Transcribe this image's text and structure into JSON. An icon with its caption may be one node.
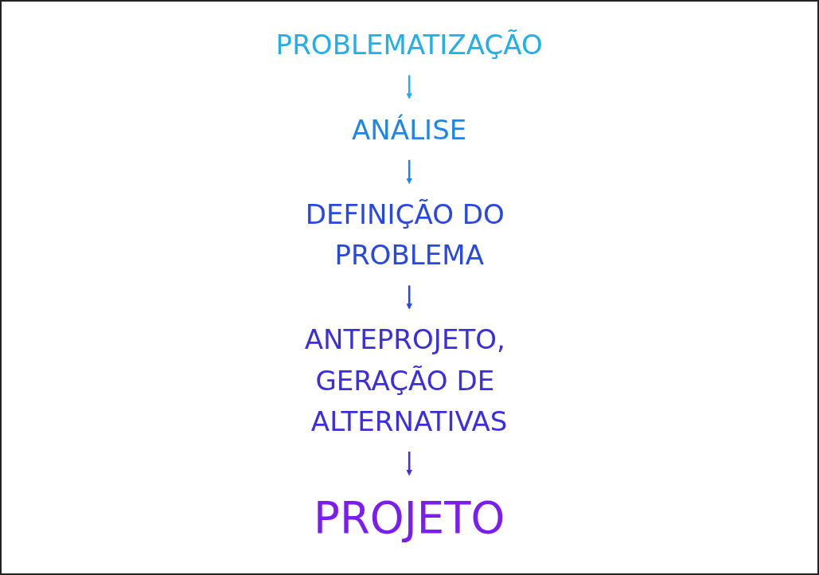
{
  "diagram": {
    "nodes": [
      {
        "text": [
          "PROBLEMATIZAÇÃO"
        ]
      },
      {
        "text": [
          "ANÁLISE"
        ]
      },
      {
        "text": [
          "DEFINIÇÃO DO PROBLEMA"
        ]
      },
      {
        "text": [
          "ANTEPROJETO, GERAÇÃO DE ALTERNATIVAS"
        ]
      },
      {
        "text": [
          "PROJETO"
        ]
      }
    ],
    "edges": [
      {
        "from": 0,
        "to": 1,
        "arrow": "to",
        "color": "#1fb0ec"
      },
      {
        "from": 1,
        "to": 2,
        "arrow": "to",
        "color": "#1f86e8"
      },
      {
        "from": 2,
        "to": 3,
        "arrow": "to",
        "color": "#2848e6"
      },
      {
        "from": 3,
        "to": 4,
        "arrow": "to",
        "color": "#4a2ae4"
      }
    ]
  }
}
